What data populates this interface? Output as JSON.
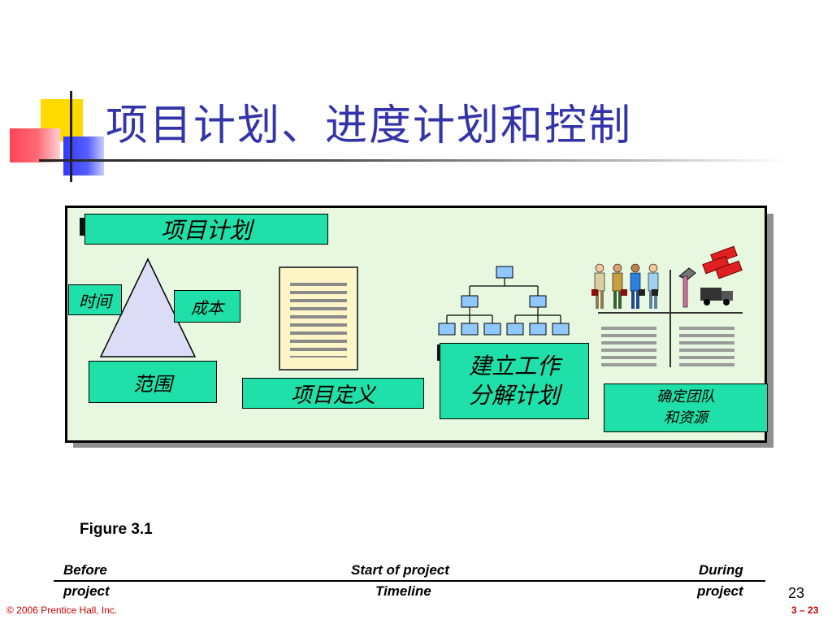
{
  "slide": {
    "title": "项目计划、进度计划和控制",
    "page_number": "23",
    "copyright": "© 2006 Prentice Hall, Inc.",
    "slide_ref": "3 – 23"
  },
  "figure": {
    "plan_label": "项目计划",
    "time_label": "时间",
    "cost_label": "成本",
    "scope_label": "范围",
    "definition_label": "项目定义",
    "wbs_line1": "建立工作",
    "wbs_line2": "分解计划",
    "team_line1": "确定团队",
    "team_line2": "和资源",
    "caption": "Figure 3.1"
  },
  "timeline": {
    "left_top": "Before",
    "left_bottom": "project",
    "center_top": "Start of project",
    "center_bottom": "Timeline",
    "right_top": "During",
    "right_bottom": "project"
  },
  "colors": {
    "title": "#3333aa",
    "box_fill": "#1fe0a8",
    "panel_fill": "#e8f8e0",
    "footer_red": "#cc0000"
  }
}
